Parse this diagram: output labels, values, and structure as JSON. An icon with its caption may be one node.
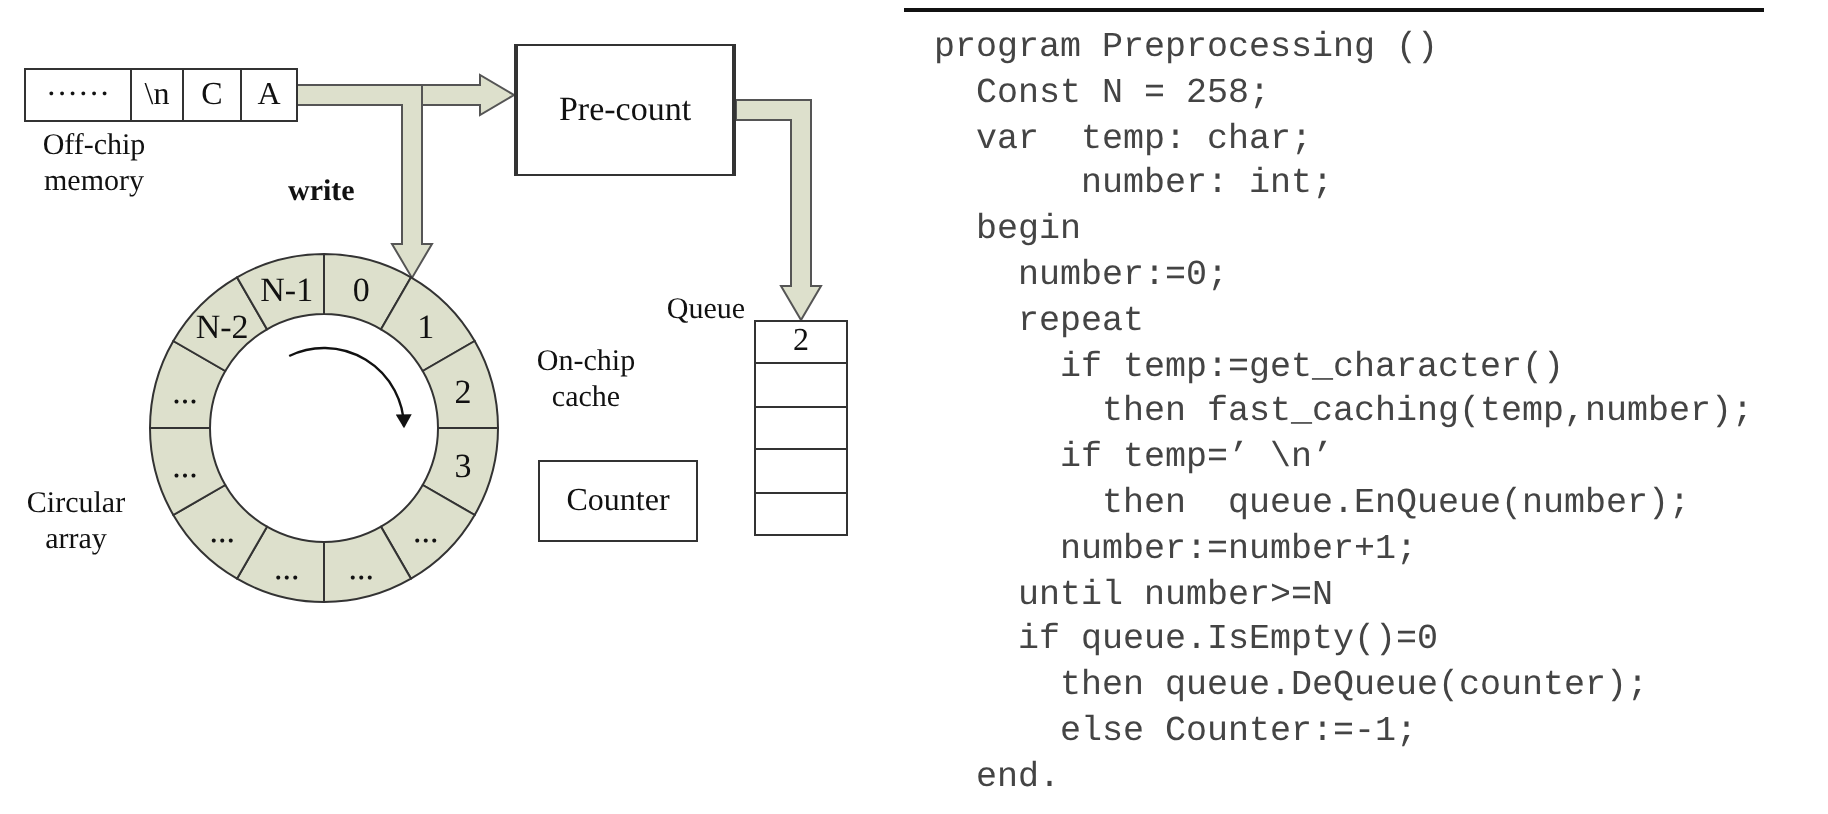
{
  "diagram": {
    "nodes": [
      {
        "text": [
          "Off-chip memory"
        ]
      },
      {
        "text": [
          "······"
        ],
        "in": 0
      },
      {
        "text": [
          "\\n"
        ],
        "in": 0
      },
      {
        "text": [
          "C"
        ],
        "in": 0
      },
      {
        "text": [
          "A"
        ],
        "in": 0
      },
      {
        "text": [
          "Pre-count"
        ]
      },
      {
        "text": [
          "Circular array"
        ]
      },
      {
        "text": [
          "0"
        ],
        "in": 6
      },
      {
        "text": [
          "1"
        ],
        "in": 6
      },
      {
        "text": [
          "2"
        ],
        "in": 6
      },
      {
        "text": [
          "3"
        ],
        "in": 6
      },
      {
        "text": [
          "..."
        ],
        "in": 6
      },
      {
        "text": [
          "..."
        ],
        "in": 6
      },
      {
        "text": [
          "..."
        ],
        "in": 6
      },
      {
        "text": [
          "..."
        ],
        "in": 6
      },
      {
        "text": [
          "..."
        ],
        "in": 6
      },
      {
        "text": [
          "..."
        ],
        "in": 6
      },
      {
        "text": [
          "N-2"
        ],
        "in": 6
      },
      {
        "text": [
          "N-1"
        ],
        "in": 6
      },
      {
        "text": [
          "Queue"
        ]
      },
      {
        "text": [
          "2"
        ],
        "in": 19
      },
      {
        "text": [],
        "shape": "box",
        "in": 19
      },
      {
        "text": [],
        "shape": "box",
        "in": 19
      },
      {
        "text": [],
        "shape": "box",
        "in": 19
      },
      {
        "text": [],
        "shape": "box",
        "in": 19
      },
      {
        "text": [
          "Counter"
        ]
      }
    ],
    "edges": [
      {
        "from": 0,
        "to": 5,
        "arrow": "to"
      },
      {
        "from": 0,
        "to": 6,
        "arrow": "to",
        "label": "write"
      },
      {
        "from": 5,
        "to": 19,
        "arrow": "to"
      }
    ],
    "labels": [
      "On-chip cache",
      "program Preprocessing ()",
      "Const N = 258;",
      "var  temp: char;",
      "number: int;",
      "begin",
      "number:=0;",
      "repeat",
      "if temp:=get_character()",
      "then fast_caching(temp,number);",
      "if temp=’ \\n’",
      "then  queue.EnQueue(number);",
      "number:=number+1;",
      "until number>=N",
      "if queue.IsEmpty()=0",
      "then queue.DeQueue(counter);",
      "else Counter:=-1;",
      "end."
    ]
  }
}
